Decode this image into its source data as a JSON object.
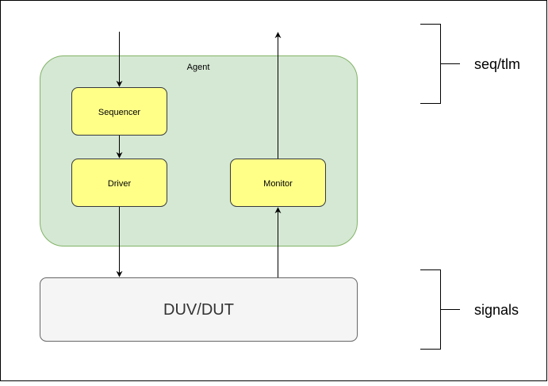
{
  "agent": {
    "label": "Agent"
  },
  "blocks": {
    "sequencer": "Sequencer",
    "driver": "Driver",
    "monitor": "Monitor",
    "dut": "DUV/DUT"
  },
  "annotations": {
    "upper": "seq/tlm",
    "lower": "signals"
  },
  "colors": {
    "agent_fill": "#d5e8d4",
    "agent_stroke": "#82b366",
    "block_fill": "#ffff88",
    "block_stroke": "#36393d",
    "dut_fill": "#f5f5f5",
    "dut_stroke": "#666666"
  }
}
